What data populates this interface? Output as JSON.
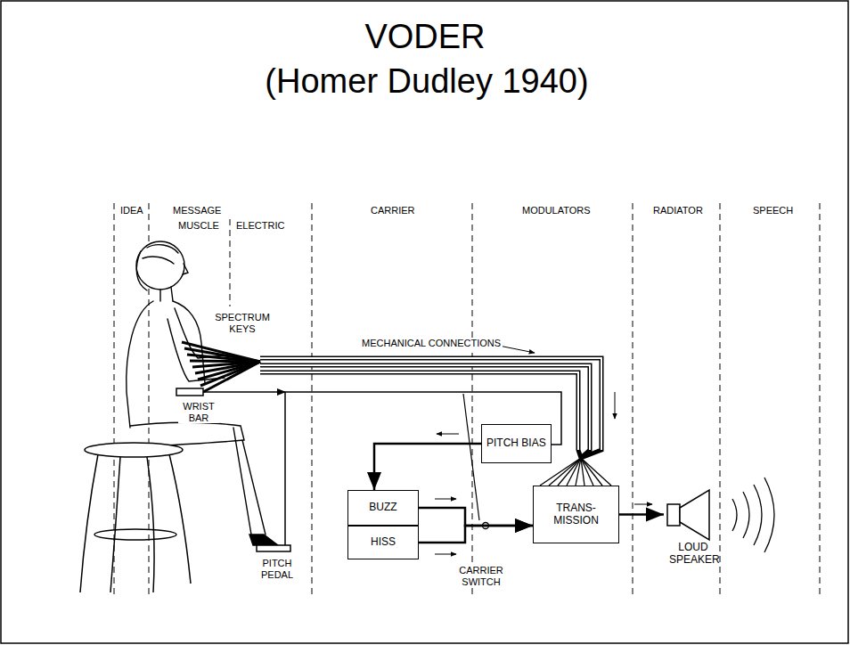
{
  "diagram": {
    "title": "VODER",
    "nodes": [
      {
        "text": [
          "PITCH BIAS"
        ]
      },
      {
        "text": [
          "BUZZ"
        ]
      },
      {
        "text": [
          "HISS"
        ]
      },
      {
        "text": [
          "TRANS- MISSION"
        ]
      },
      {
        "text": [
          "LOUD SPEAKER"
        ]
      }
    ],
    "edges": [
      {
        "from": 0,
        "to": 1,
        "arrow": "to"
      },
      {
        "from": 1,
        "to": 3,
        "arrow": "to"
      },
      {
        "from": 2,
        "to": 3,
        "arrow": "to"
      },
      {
        "from": 3,
        "to": 4,
        "arrow": "to"
      }
    ],
    "labels": [
      "(Homer Dudley 1940)",
      "IDEA",
      "MESSAGE",
      "MUSCLE",
      "ELECTRIC",
      "CARRIER",
      "MODULATORS",
      "RADIATOR",
      "SPEECH",
      "SPECTRUM KEYS",
      "MECHANICAL CONNECTIONS",
      "WRIST BAR",
      "PITCH PEDAL",
      "CARRIER SWITCH"
    ]
  }
}
